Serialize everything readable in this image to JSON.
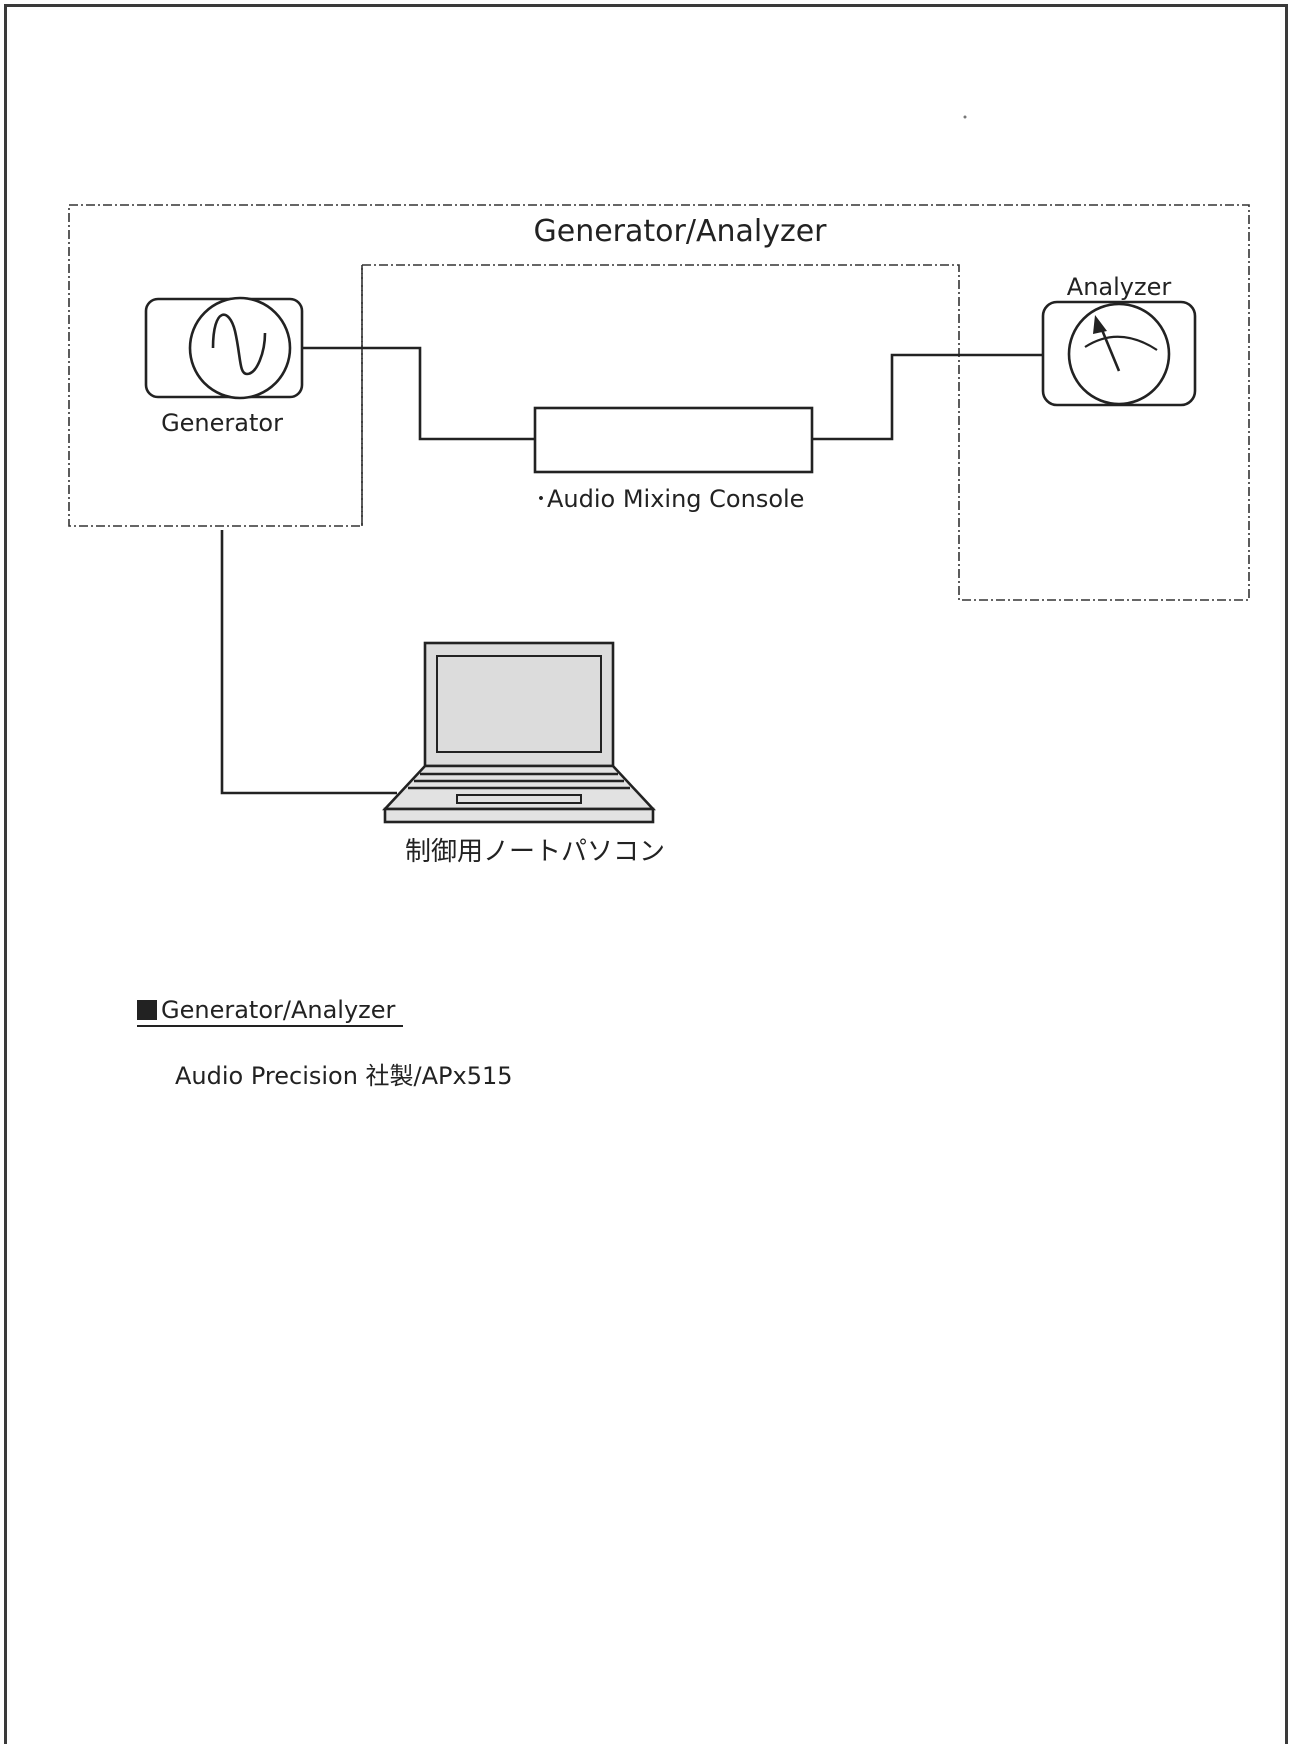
{
  "diagram": {
    "outer_box_label": "Generator/Analyzer",
    "generator_label": "Generator",
    "analyzer_label": "Analyzer",
    "console_label": "･Audio Mixing Console",
    "laptop_label": "制御用ノートパソコン"
  },
  "legend": {
    "heading": "Generator/Analyzer",
    "device": "Audio Precision 社製/APx515"
  }
}
